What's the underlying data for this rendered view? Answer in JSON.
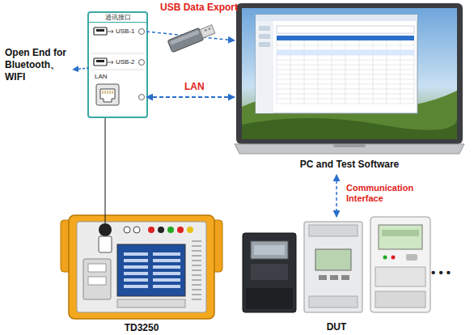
{
  "diagram": {
    "nodes": [
      {
        "text": [
          "通讯接口"
        ]
      },
      {
        "text": [
          "USB-1"
        ],
        "in": 0
      },
      {
        "text": [
          "USB-2"
        ],
        "in": 0
      },
      {
        "text": [
          "LAN"
        ],
        "in": 0
      },
      {
        "text": [
          "PC and Test Software"
        ]
      },
      {
        "text": [
          "TD3250"
        ]
      },
      {
        "text": [
          "DUT"
        ]
      }
    ],
    "edges": [
      {
        "from": 1,
        "to": 4,
        "arrow": "to",
        "label": "USB Data Export"
      },
      {
        "from": 3,
        "to": 4,
        "arrow": "both",
        "label": "LAN"
      },
      {
        "from": 4,
        "to": 6,
        "arrow": "both",
        "label": "Communication Interface"
      },
      {
        "from": 5,
        "to": 0,
        "arrow": "none"
      }
    ],
    "labels": [
      "Open End for Bluetooth、WIFI",
      "• • •"
    ]
  }
}
